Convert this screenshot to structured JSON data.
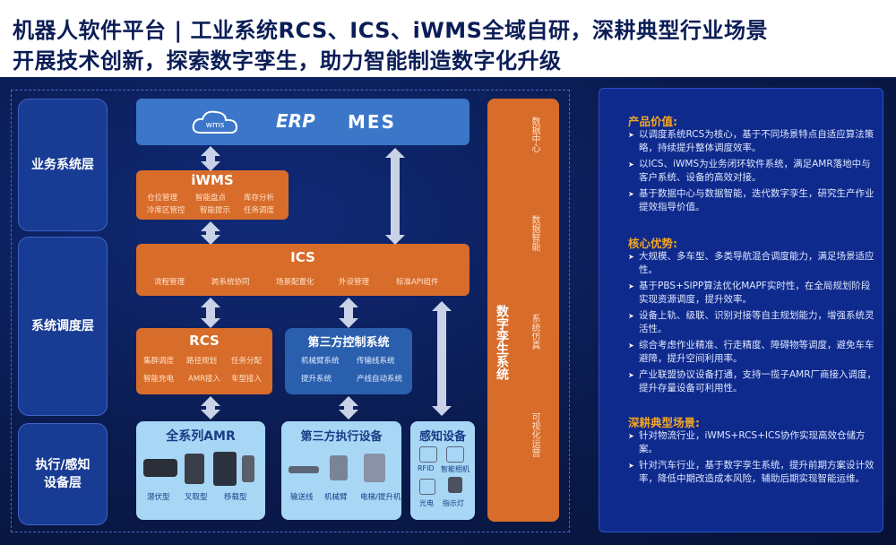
{
  "header": {
    "line1": "机器人软件平台 | 工业系统RCS、ICS、iWMS全域自研，深耕典型行业场景",
    "line2": "开展技术创新，探索数字孪生，助力智能制造数字化升级"
  },
  "layers": {
    "business": "业务系统层",
    "scheduling": "系统调度层",
    "execution": "执行/感知设备层"
  },
  "business_systems": {
    "wms": "wms",
    "erp": "ERP",
    "mes": "MES"
  },
  "iwms": {
    "title": "iWMS",
    "items": [
      "仓位管理",
      "智能盘点",
      "库存分析",
      "冷库区管控",
      "智能提示",
      "任务调度"
    ]
  },
  "ics": {
    "title": "ICS",
    "items": [
      "流程管理",
      "跨系统协同",
      "场景配置化",
      "外设管理",
      "标准API组件"
    ]
  },
  "rcs": {
    "title": "RCS",
    "items": [
      "集群调度",
      "路径规划",
      "任务分配",
      "智能充电",
      "AMR接入",
      "车型接入"
    ]
  },
  "third_control": {
    "title": "第三方控制系统",
    "items": [
      "机械臂系统",
      "传输线系统",
      "提升系统",
      "产线自动系统"
    ]
  },
  "amr": {
    "title": "全系列AMR",
    "items": [
      "潜伏型",
      "叉取型",
      "移载型"
    ]
  },
  "third_exec": {
    "title": "第三方执行设备",
    "items": [
      "输送线",
      "机械臂",
      "电梯/提升机"
    ]
  },
  "sensing": {
    "title": "感知设备",
    "items": [
      "RFID",
      "智能相机",
      "光电",
      "指示灯"
    ]
  },
  "digital_twin": {
    "title": "数字孪生系统",
    "items": [
      "数据中心",
      "数据智能",
      "系统仿真",
      "可视化运营"
    ]
  },
  "panel": {
    "value_title": "产品价值:",
    "value_items": [
      "以调度系统RCS为核心，基于不同场景特点自适应算法策略，持续提升整体调度效率。",
      "以ICS、iWMS为业务闭环软件系统，满足AMR落地中与客户系统、设备的高效对接。",
      "基于数据中心与数据智能，迭代数字孪生，研究生产作业提效指导价值。"
    ],
    "core_title": "核心优势:",
    "core_items": [
      "大规模、多车型、多类导航混合调度能力，满足场景适应性。",
      "基于PBS+SIPP算法优化MAPF实时性，在全局规划阶段实现资源调度，提升效率。",
      "设备上轨、级联、识别对接等自主规划能力，增强系统灵活性。",
      "综合考虑作业精准、行走精度、障碍物等调度，避免车车避障，提升空间利用率。",
      "产业联盟协议设备打通，支持一揽子AMR厂商接入调度，提升存量设备可利用性。"
    ],
    "scene_title": "深耕典型场景:",
    "scene_items": [
      "针对物流行业，iWMS+RCS+ICS协作实现高效仓储方案。",
      "针对汽车行业，基于数字孪生系统，提升前期方案设计效率，降低中期改造成本风险，辅助后期实现智能运维。"
    ]
  },
  "colors": {
    "accent_orange": "#d86c2a",
    "accent_blue": "#3b76c9",
    "panel_bg": "#0e2a8c",
    "heading_gold": "#f5a623"
  }
}
